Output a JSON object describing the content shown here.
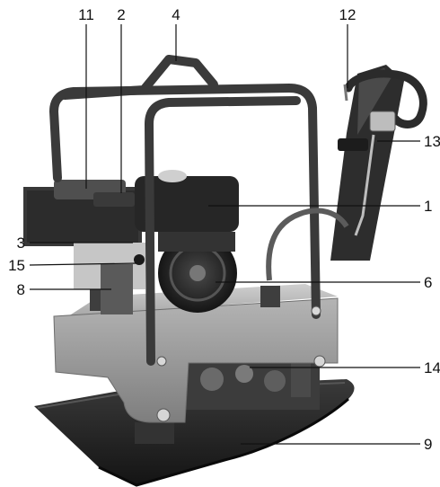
{
  "figure": {
    "subject": "reversible plate compactor",
    "callouts": [
      {
        "id": "c11",
        "label": "11"
      },
      {
        "id": "c2",
        "label": "2"
      },
      {
        "id": "c4",
        "label": "4"
      },
      {
        "id": "c12",
        "label": "12"
      },
      {
        "id": "c13",
        "label": "13"
      },
      {
        "id": "c1",
        "label": "1"
      },
      {
        "id": "c3",
        "label": "3"
      },
      {
        "id": "c15",
        "label": "15"
      },
      {
        "id": "c8",
        "label": "8"
      },
      {
        "id": "c6",
        "label": "6"
      },
      {
        "id": "c14",
        "label": "14"
      },
      {
        "id": "c9",
        "label": "9"
      }
    ]
  },
  "colors": {
    "frame": "#3a3a3a",
    "engine": "#2a2a2a",
    "housing": "#9a9a9a",
    "plate": "#1e1e1e",
    "leader": "#111111"
  }
}
